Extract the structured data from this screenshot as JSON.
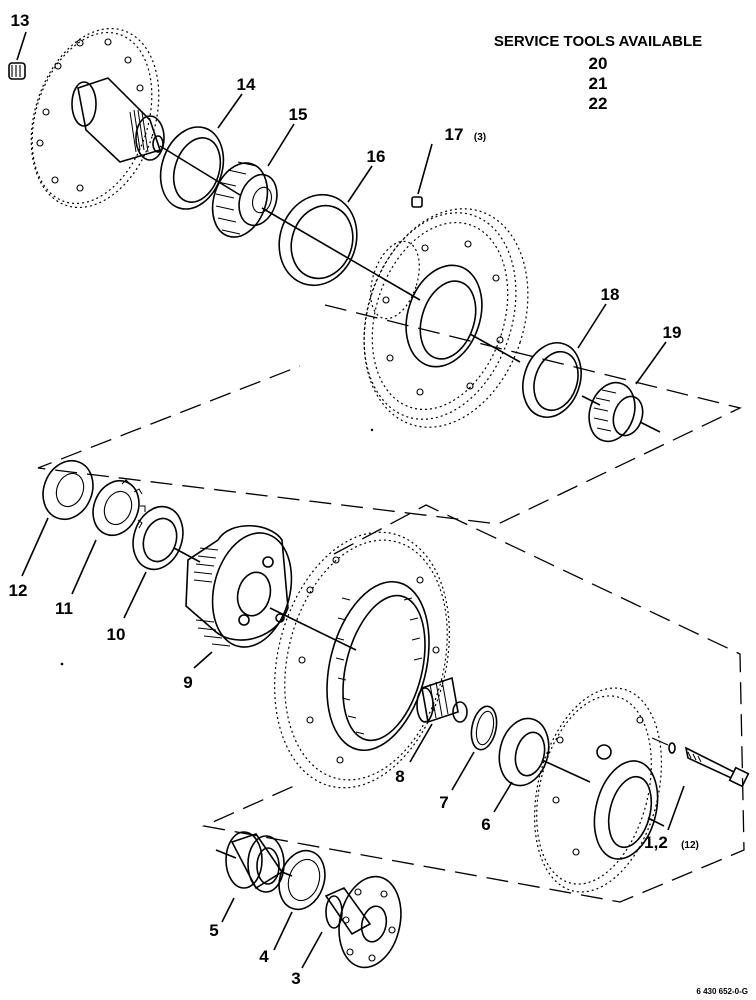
{
  "header": {
    "title": "SERVICE TOOLS AVAILABLE",
    "tools": [
      "20",
      "21",
      "22"
    ]
  },
  "callouts": {
    "c13": "13",
    "c14": "14",
    "c15": "15",
    "c16": "16",
    "c17": "17",
    "c17_qty": "(3)",
    "c18": "18",
    "c19": "19",
    "c12": "12",
    "c11": "11",
    "c10": "10",
    "c9": "9",
    "c8": "8",
    "c7": "7",
    "c6": "6",
    "c5": "5",
    "c4": "4",
    "c3": "3",
    "c1_2": "1,2",
    "c1_2_qty": "(12)"
  },
  "figure_id": "6 430 652-0-G"
}
